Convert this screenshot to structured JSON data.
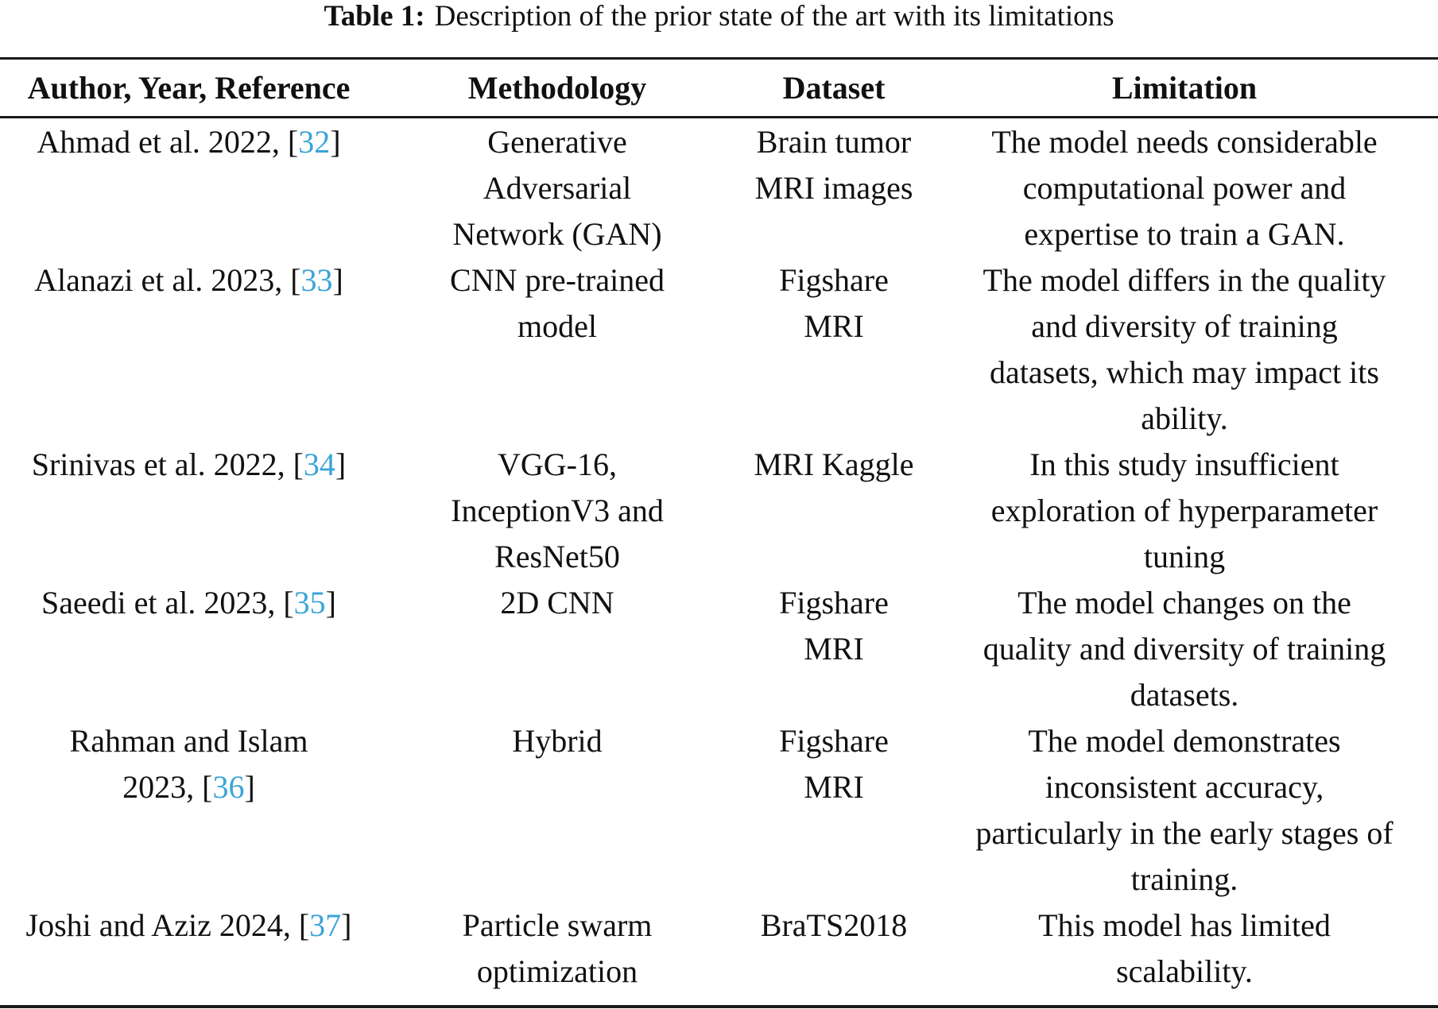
{
  "caption": {
    "label": "Table 1:",
    "text": "Description of the prior state of the art with its limitations"
  },
  "colors": {
    "link": "#3ba4d9",
    "text": "#111111",
    "rule": "#1a1a1a"
  },
  "table": {
    "headers": [
      "Author, Year, Reference",
      "Methodology",
      "Dataset",
      "Limitation"
    ],
    "rows": [
      {
        "author": "Ahmad et al. 2022, ",
        "ref": "32",
        "methodology": [
          "Generative",
          "Adversarial",
          "Network (GAN)"
        ],
        "dataset": [
          "Brain tumor",
          "MRI images"
        ],
        "limitation": [
          "The model needs considerable",
          "computational power and",
          "expertise to train a GAN."
        ]
      },
      {
        "author": "Alanazi et al. 2023, ",
        "ref": "33",
        "methodology": [
          "CNN pre-trained",
          "model"
        ],
        "dataset": [
          "Figshare",
          "MRI"
        ],
        "limitation": [
          "The model differs in the quality",
          "and diversity of training",
          "datasets, which may impact its",
          "ability."
        ]
      },
      {
        "author": "Srinivas et al. 2022, ",
        "ref": "34",
        "methodology": [
          "VGG-16,",
          "InceptionV3 and",
          "ResNet50"
        ],
        "dataset": [
          "MRI Kaggle"
        ],
        "limitation": [
          "In this study insufficient",
          "exploration of hyperparameter",
          "tuning"
        ]
      },
      {
        "author": "Saeedi et al. 2023, ",
        "ref": "35",
        "methodology": [
          "2D CNN"
        ],
        "dataset": [
          "Figshare",
          "MRI"
        ],
        "limitation": [
          "The model changes on the",
          "quality and diversity of training",
          "datasets."
        ]
      },
      {
        "author_lines": [
          "Rahman and Islam",
          "2023, "
        ],
        "ref": "36",
        "methodology": [
          "Hybrid"
        ],
        "dataset": [
          "Figshare",
          "MRI"
        ],
        "limitation": [
          "The model demonstrates",
          "inconsistent accuracy,",
          "particularly in the early stages of",
          "training."
        ]
      },
      {
        "author": "Joshi and Aziz 2024, ",
        "ref": "37",
        "methodology": [
          "Particle swarm",
          "optimization"
        ],
        "dataset": [
          "BraTS2018"
        ],
        "limitation": [
          "This model has limited",
          "scalability."
        ]
      }
    ]
  }
}
